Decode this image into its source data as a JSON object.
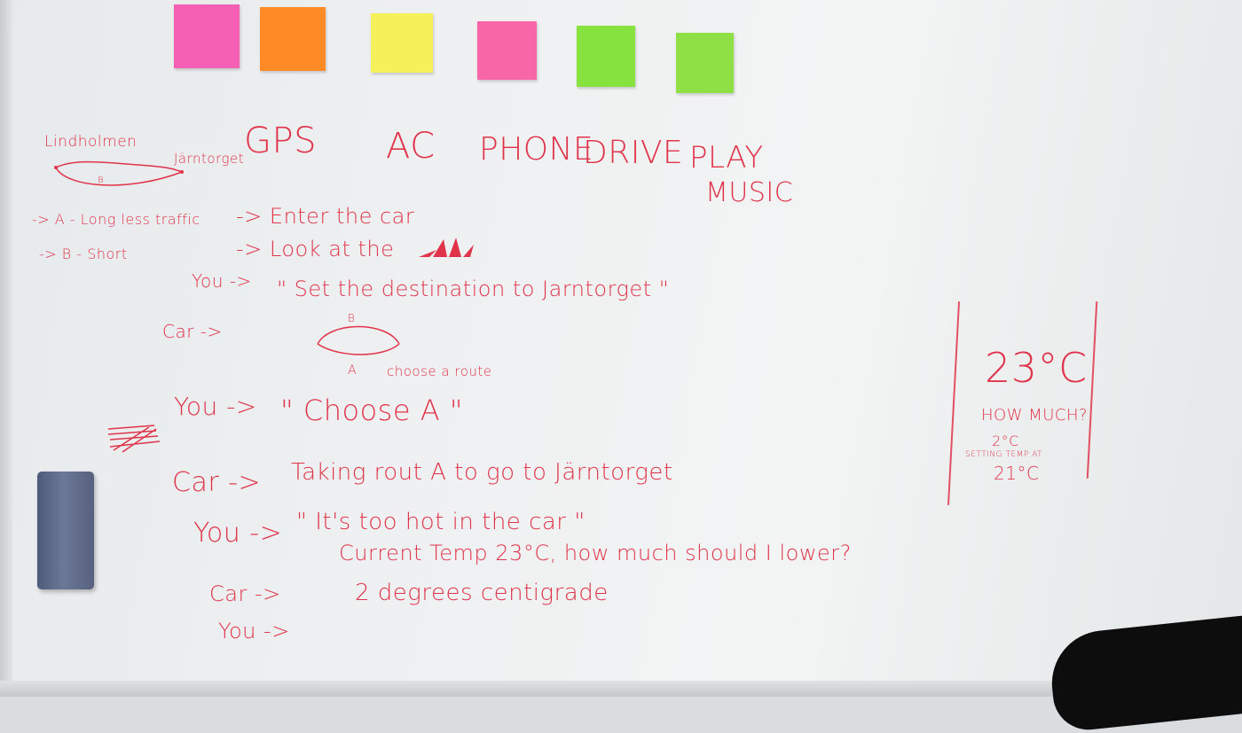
{
  "image_description": "Photo of a whiteboard with sticky notes and red marker notes for a voice-controlled car assistant dialogue",
  "colors": {
    "ink": "#e0344a",
    "board": "#eef0f1"
  },
  "sticky_notes": [
    {
      "color": "#f560b4",
      "text": ""
    },
    {
      "color": "#ff8a26",
      "text": ""
    },
    {
      "color": "#f6f05a",
      "text": ""
    },
    {
      "color": "#f766a6",
      "text": ""
    },
    {
      "color": "#86e23e",
      "text": ""
    },
    {
      "color": "#8fe044",
      "text": ""
    }
  ],
  "route_sketch": {
    "from": "Lindholmen",
    "to": "Järntorget",
    "label_b": "B"
  },
  "categories": [
    "GPS",
    "AC",
    "PHONE",
    "DRIVE",
    "PLAY",
    "MUSIC"
  ],
  "options": {
    "a": "-> A - Long less traffic",
    "b": "-> B - Short"
  },
  "dialogue": {
    "line1": "-> Enter the car",
    "line2": "-> Look at the",
    "line3_speaker": "You ->",
    "line3": "\" Set the destination to Jarntorget \"",
    "line4_speaker": "Car ->",
    "map_label_a": "A",
    "map_label_b": "B",
    "line4": "choose a route",
    "line5_speaker": "You ->",
    "line5": "\" Choose A \"",
    "line6_speaker": "Car ->",
    "line6": "Taking rout A to go to Järntorget",
    "line7_speaker": "You ->",
    "line7": "\" It's too hot in the car \"",
    "line8": "Current Temp 23°C, how much should I lower?",
    "line9_speaker": "Car ->",
    "line9": "2 degrees centigrade",
    "line10_speaker": "You ->"
  },
  "temp_panel": {
    "temp": "23°C",
    "question": "HOW MUCH?",
    "delta": "2°C",
    "status": "SETTING TEMP AT",
    "target": "21°C"
  }
}
